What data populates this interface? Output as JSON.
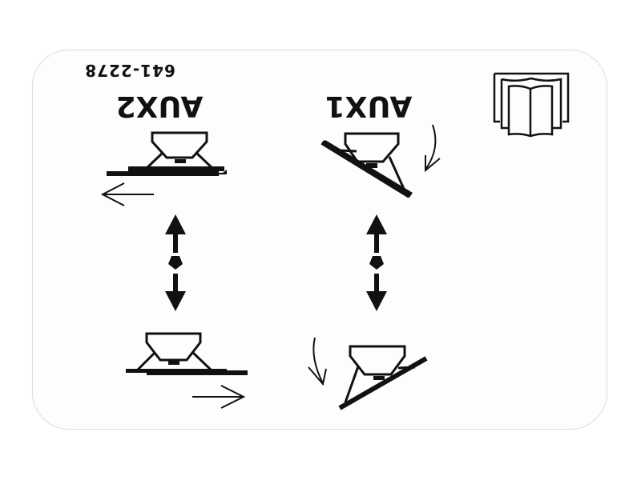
{
  "decal": {
    "part_number": "641-2278",
    "orientation": "rotated-180",
    "background_color": "#fdfdfd",
    "ink_color": "#111111",
    "border_color": "#dcdcdc"
  },
  "panels": [
    {
      "label": "AUX2",
      "upper_symbol": "spreader-level-arrow-left",
      "lower_symbol": "spreader-level-arrow-right",
      "toggle": "up-down-double-arrow"
    },
    {
      "label": "AUX1",
      "upper_symbol": "spreader-tilted-curved-arrow",
      "lower_symbol": "spreader-tilted-curved-arrow",
      "toggle": "up-down-double-arrow"
    }
  ],
  "icons": {
    "manual": "operator-manual-icon"
  }
}
